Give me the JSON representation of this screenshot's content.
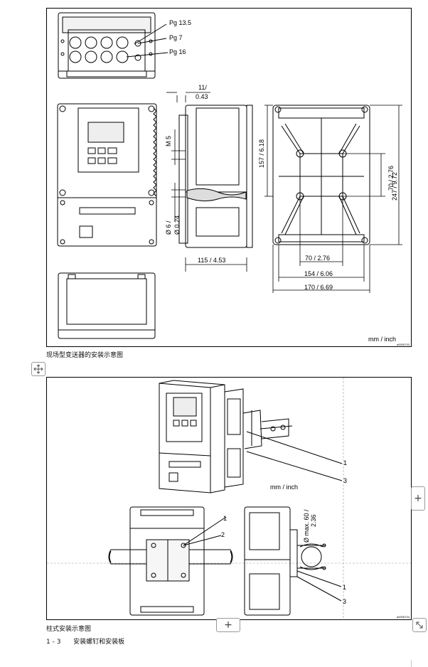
{
  "figure1": {
    "callouts": [
      "Pg 13.5",
      "Pg 7",
      "Pg 16"
    ],
    "dims": {
      "d11": "11/",
      "d043": "0.43",
      "m5": "M 5",
      "d157": "157 / 6.18",
      "d6": "Ø 6 /",
      "d024": "Ø 0.24",
      "d115": "115 / 4.53",
      "d70v": "70 / 2.76",
      "d247": "247 / 9.72",
      "d70h": "70 / 2.76",
      "d154": "154 / 6.06",
      "d170": "170 / 6.69"
    },
    "units": "mm / inch",
    "code": "a0005733"
  },
  "caption1": "现场型变送器的安装示意图",
  "figure2": {
    "units": "mm / inch",
    "callouts_top": [
      "1",
      "3"
    ],
    "callouts_front": [
      "1",
      "2"
    ],
    "callouts_side": [
      "1",
      "3"
    ],
    "dim_line1": "Ø max. 60 /",
    "dim_line2": "2.36",
    "code": "a0005734"
  },
  "caption2": "柱式安装示意图",
  "caption3_num": "1 - 3",
  "caption3_text": "安装螺钉和安装板",
  "ui": {
    "move_icon": "move-icon",
    "plus": "+",
    "resize_icon": "resize-icon"
  }
}
